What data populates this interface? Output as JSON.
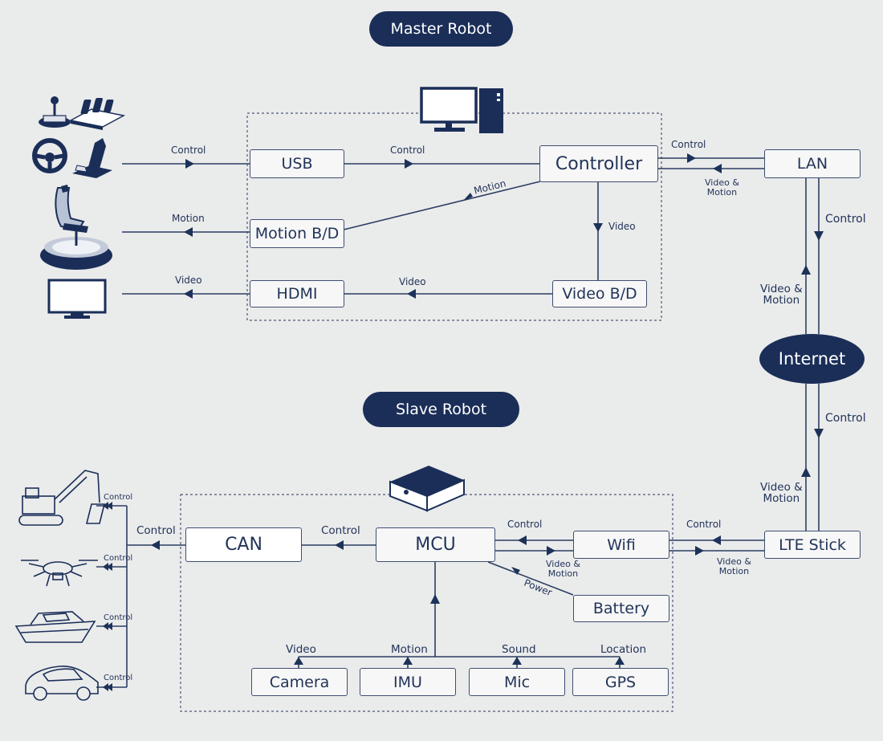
{
  "master": {
    "title": "Master Robot"
  },
  "slave": {
    "title": "Slave Robot"
  },
  "boxes": {
    "usb": "USB",
    "controller": "Controller",
    "motion_bd": "Motion B/D",
    "hdmi": "HDMI",
    "video_bd": "Video B/D",
    "lan": "LAN",
    "internet": "Internet",
    "can": "CAN",
    "mcu": "MCU",
    "wifi": "Wifi",
    "lte": "LTE Stick",
    "battery": "Battery",
    "camera": "Camera",
    "imu": "IMU",
    "mic": "Mic",
    "gps": "GPS"
  },
  "labels": {
    "control": "Control",
    "motion": "Motion",
    "video": "Video",
    "video_motion_line1": "Video &",
    "video_motion_line2": "Motion",
    "power": "Power",
    "sound": "Sound",
    "location": "Location"
  },
  "icons": [
    "joystick-icon",
    "pedals-icon",
    "steering-wheel-icon",
    "flight-stick-icon",
    "motion-seat-icon",
    "monitor-icon",
    "desktop-pc-icon",
    "mini-pc-icon",
    "excavator-icon",
    "drone-icon",
    "boat-icon",
    "car-icon"
  ],
  "colors": {
    "navy": "#1a2e58",
    "line": "#2b3e63",
    "background": "#eaebeb"
  }
}
